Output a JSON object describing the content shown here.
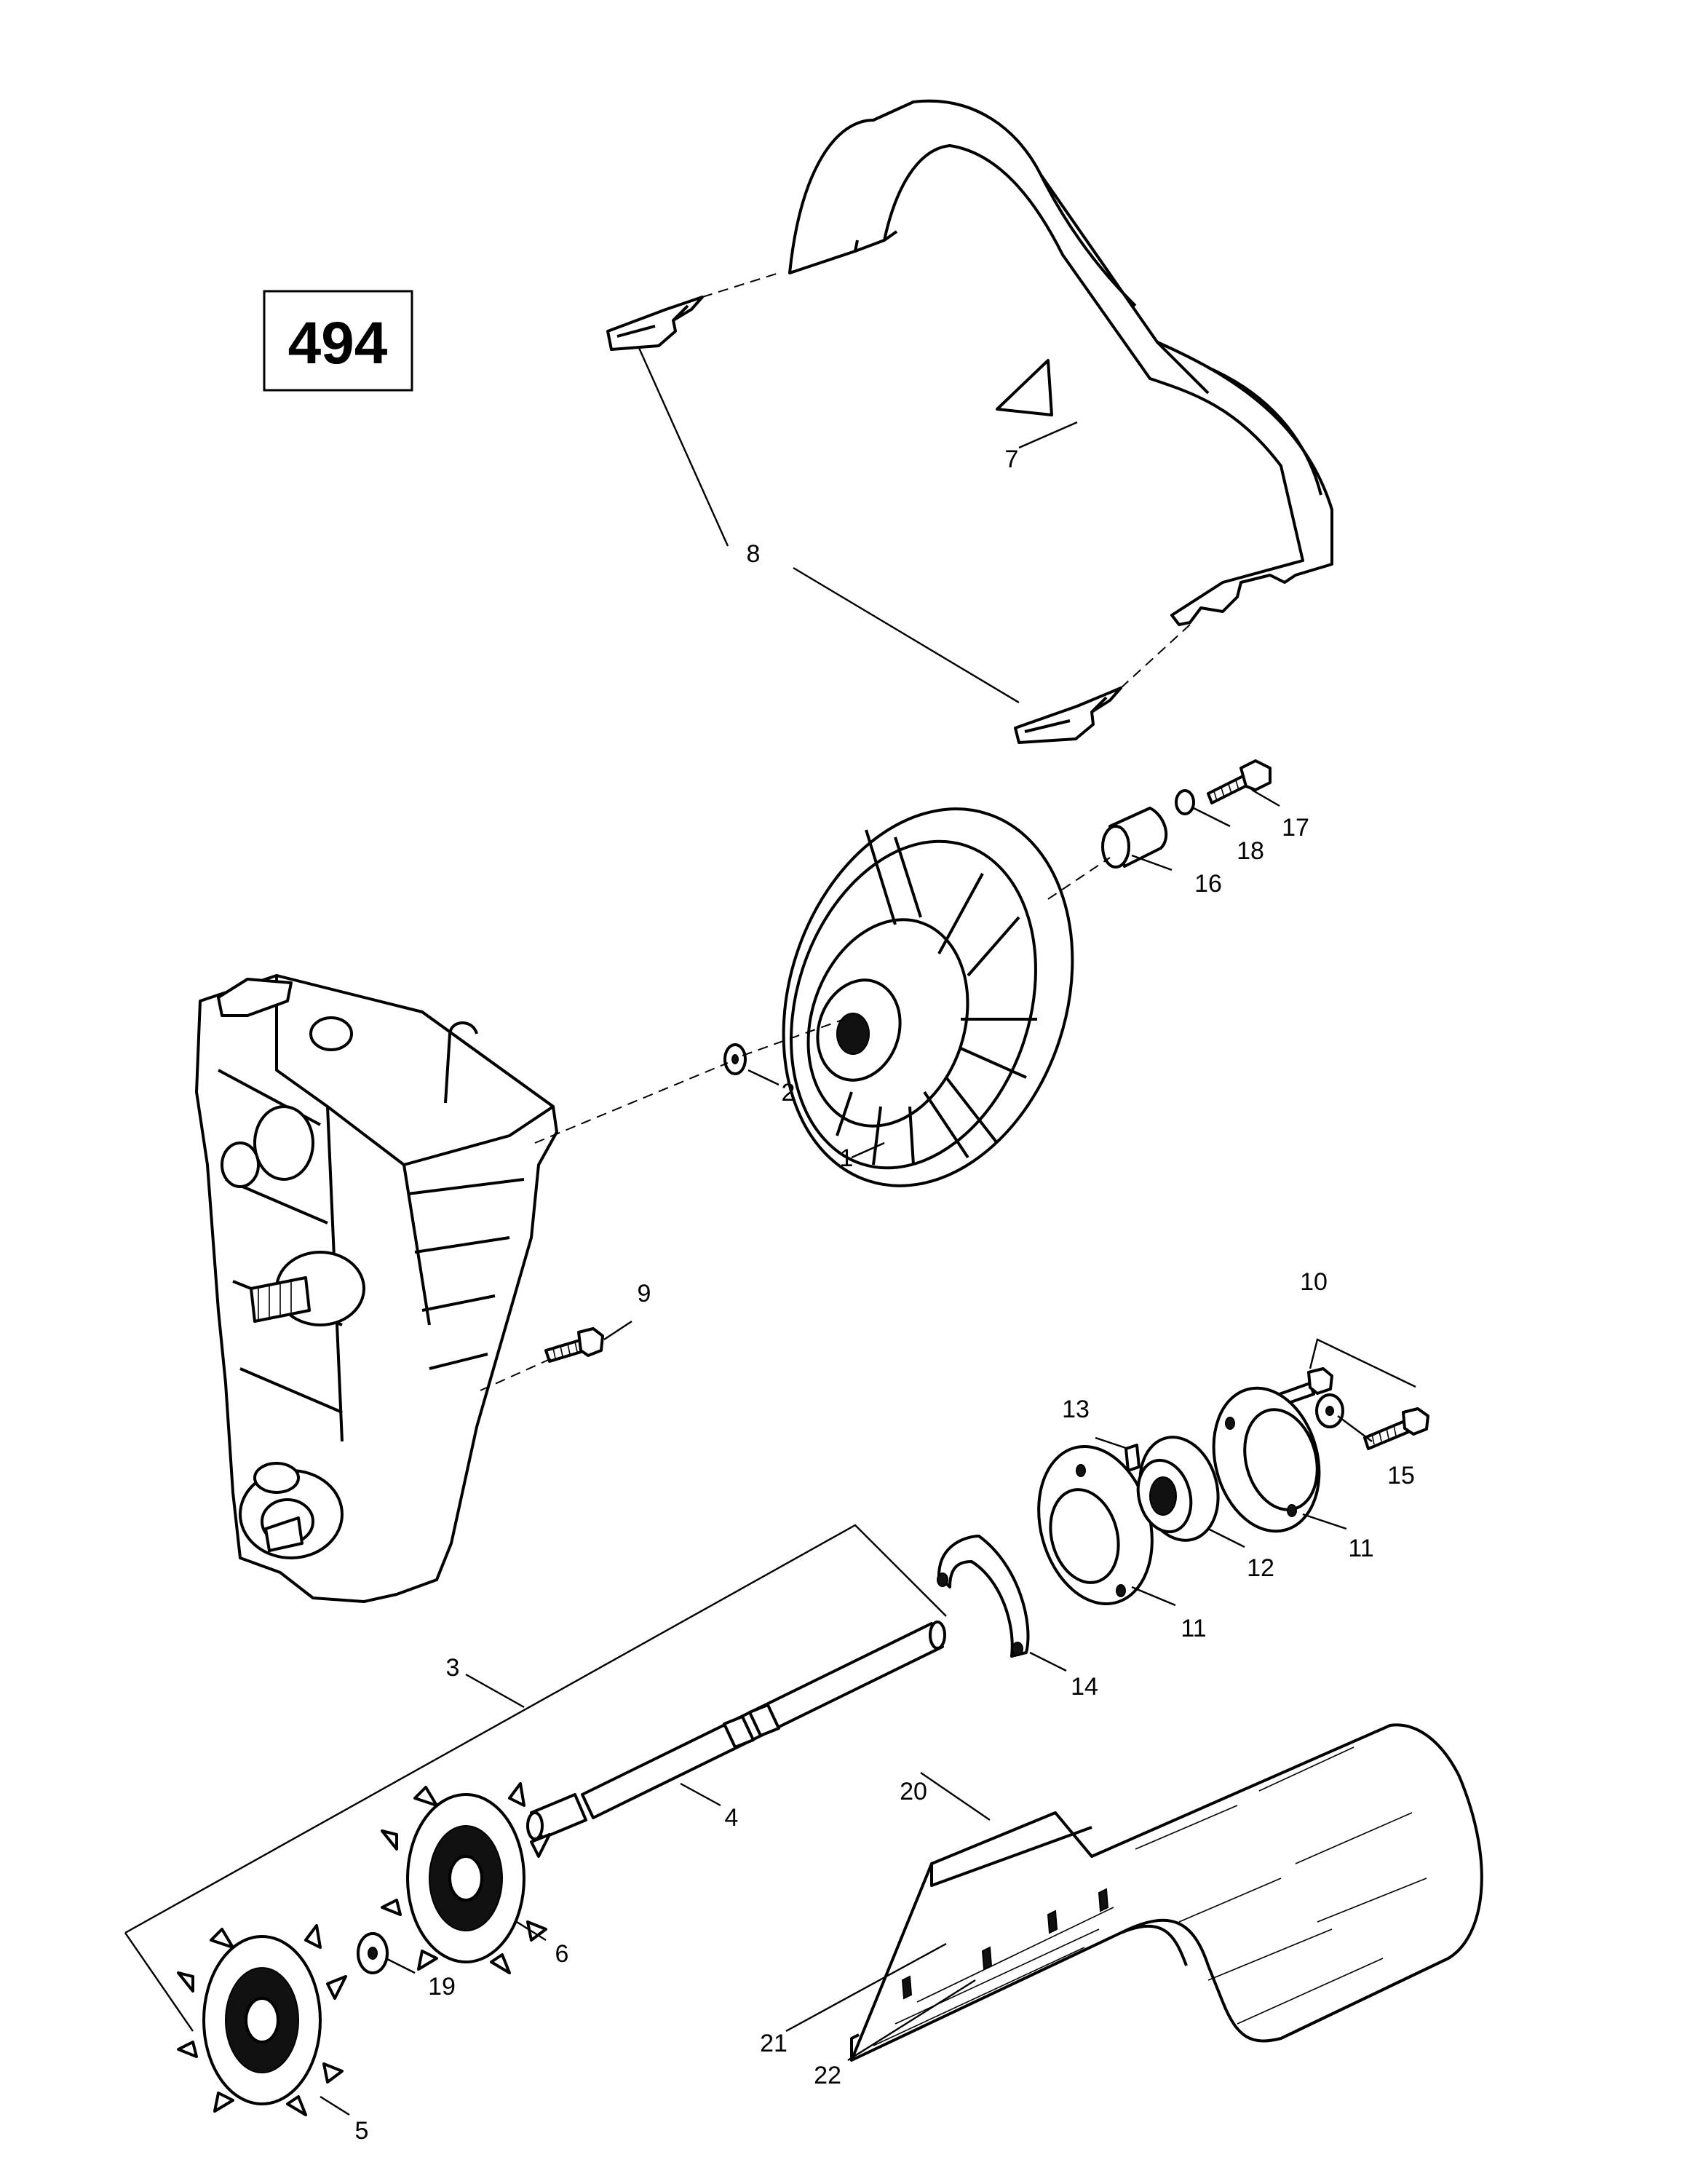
{
  "diagram": {
    "reference_number": "494",
    "callouts": [
      "1",
      "2",
      "3",
      "4",
      "5",
      "6",
      "7",
      "8",
      "9",
      "10",
      "11",
      "11",
      "12",
      "13",
      "14",
      "15",
      "16",
      "17",
      "18",
      "19",
      "20",
      "21",
      "22"
    ]
  }
}
